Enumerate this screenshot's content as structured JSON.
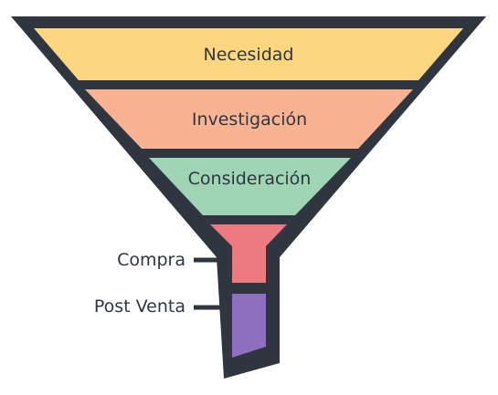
{
  "diagram": {
    "type": "funnel",
    "outline_color": "#2f3640",
    "stages": [
      {
        "label": "Necesidad",
        "color": "#fcd77f",
        "label_position": "inside"
      },
      {
        "label": "Investigación",
        "color": "#f8b492",
        "label_position": "inside"
      },
      {
        "label": "Consideración",
        "color": "#9fd5b5",
        "label_position": "inside"
      },
      {
        "label": "Compra",
        "color": "#ec7a80",
        "label_position": "outside-left"
      },
      {
        "label": "Post Venta",
        "color": "#8f6fbf",
        "label_position": "outside-left"
      }
    ]
  }
}
